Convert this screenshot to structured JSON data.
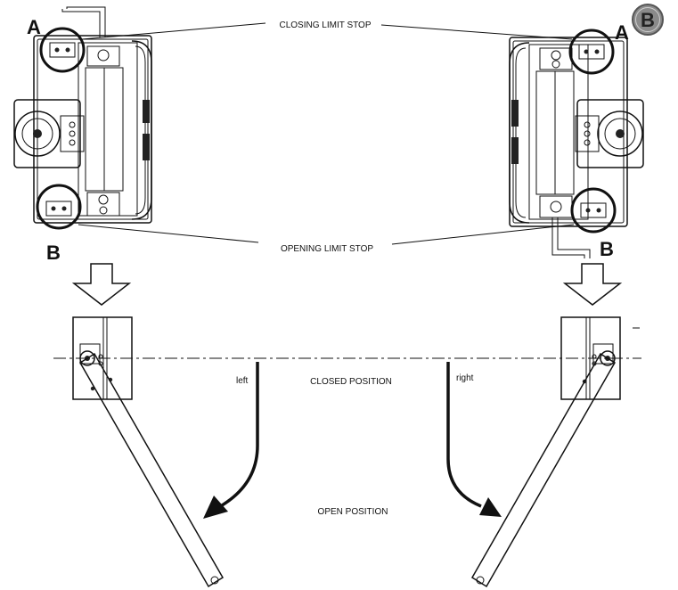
{
  "badge": {
    "letter": "B",
    "color": "#888888"
  },
  "labels": {
    "closing_limit_stop": "CLOSING LIMIT STOP",
    "opening_limit_stop": "OPENING LIMIT STOP",
    "closed_position": "CLOSED POSITION",
    "open_position": "OPEN POSITION",
    "left": "left",
    "right": "right",
    "marker_a": "A",
    "marker_b": "B"
  }
}
